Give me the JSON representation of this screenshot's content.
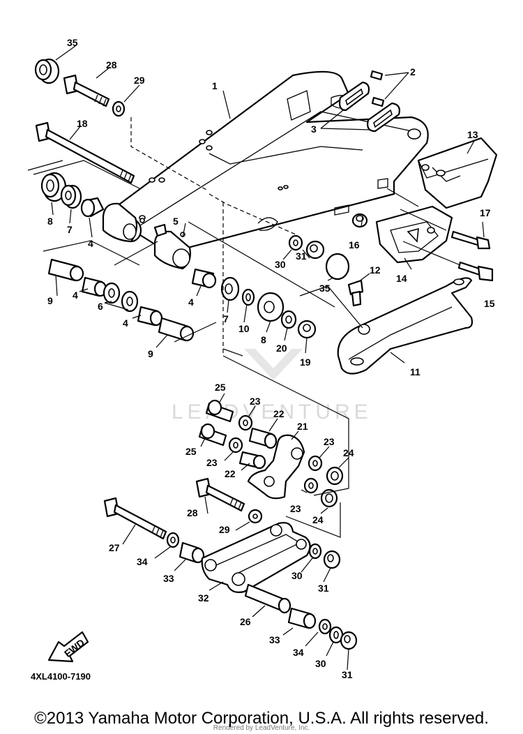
{
  "diagram": {
    "code": "4XL4100-7190",
    "watermark": "LEADVENTURE",
    "fwd_label": "FWD",
    "callouts": [
      {
        "id": "c35a",
        "text": "35"
      },
      {
        "id": "c28a",
        "text": "28"
      },
      {
        "id": "c29a",
        "text": "29"
      },
      {
        "id": "c1",
        "text": "1"
      },
      {
        "id": "c2",
        "text": "2"
      },
      {
        "id": "c3",
        "text": "3"
      },
      {
        "id": "c18",
        "text": "18"
      },
      {
        "id": "c13",
        "text": "13"
      },
      {
        "id": "c8a",
        "text": "8"
      },
      {
        "id": "c7a",
        "text": "7"
      },
      {
        "id": "c4a",
        "text": "4"
      },
      {
        "id": "c5",
        "text": "5"
      },
      {
        "id": "c16",
        "text": "16"
      },
      {
        "id": "c17",
        "text": "17"
      },
      {
        "id": "c30a",
        "text": "30"
      },
      {
        "id": "c31a",
        "text": "31"
      },
      {
        "id": "c35b",
        "text": "35"
      },
      {
        "id": "c12",
        "text": "12"
      },
      {
        "id": "c14",
        "text": "14"
      },
      {
        "id": "c15",
        "text": "15"
      },
      {
        "id": "c9a",
        "text": "9"
      },
      {
        "id": "c4b",
        "text": "4"
      },
      {
        "id": "c6",
        "text": "6"
      },
      {
        "id": "c4c",
        "text": "4"
      },
      {
        "id": "c9b",
        "text": "9"
      },
      {
        "id": "c4d",
        "text": "4"
      },
      {
        "id": "c7b",
        "text": "7"
      },
      {
        "id": "c10",
        "text": "10"
      },
      {
        "id": "c8b",
        "text": "8"
      },
      {
        "id": "c20",
        "text": "20"
      },
      {
        "id": "c19",
        "text": "19"
      },
      {
        "id": "c11",
        "text": "11"
      },
      {
        "id": "c25a",
        "text": "25"
      },
      {
        "id": "c23a",
        "text": "23"
      },
      {
        "id": "c22a",
        "text": "22"
      },
      {
        "id": "c21",
        "text": "21"
      },
      {
        "id": "c25b",
        "text": "25"
      },
      {
        "id": "c23b",
        "text": "23"
      },
      {
        "id": "c22b",
        "text": "22"
      },
      {
        "id": "c23c",
        "text": "23"
      },
      {
        "id": "c24a",
        "text": "24"
      },
      {
        "id": "c23d",
        "text": "23"
      },
      {
        "id": "c24b",
        "text": "24"
      },
      {
        "id": "c28b",
        "text": "28"
      },
      {
        "id": "c29b",
        "text": "29"
      },
      {
        "id": "c27",
        "text": "27"
      },
      {
        "id": "c34a",
        "text": "34"
      },
      {
        "id": "c33a",
        "text": "33"
      },
      {
        "id": "c30b",
        "text": "30"
      },
      {
        "id": "c31b",
        "text": "31"
      },
      {
        "id": "c32",
        "text": "32"
      },
      {
        "id": "c26",
        "text": "26"
      },
      {
        "id": "c33b",
        "text": "33"
      },
      {
        "id": "c34b",
        "text": "34"
      },
      {
        "id": "c30c",
        "text": "30"
      },
      {
        "id": "c31c",
        "text": "31"
      }
    ]
  },
  "footer": {
    "copyright": "©2013 Yamaha Motor Corporation, U.S.A. All rights reserved.",
    "rendered_by": "Rendered by LeadVenture, Inc."
  }
}
